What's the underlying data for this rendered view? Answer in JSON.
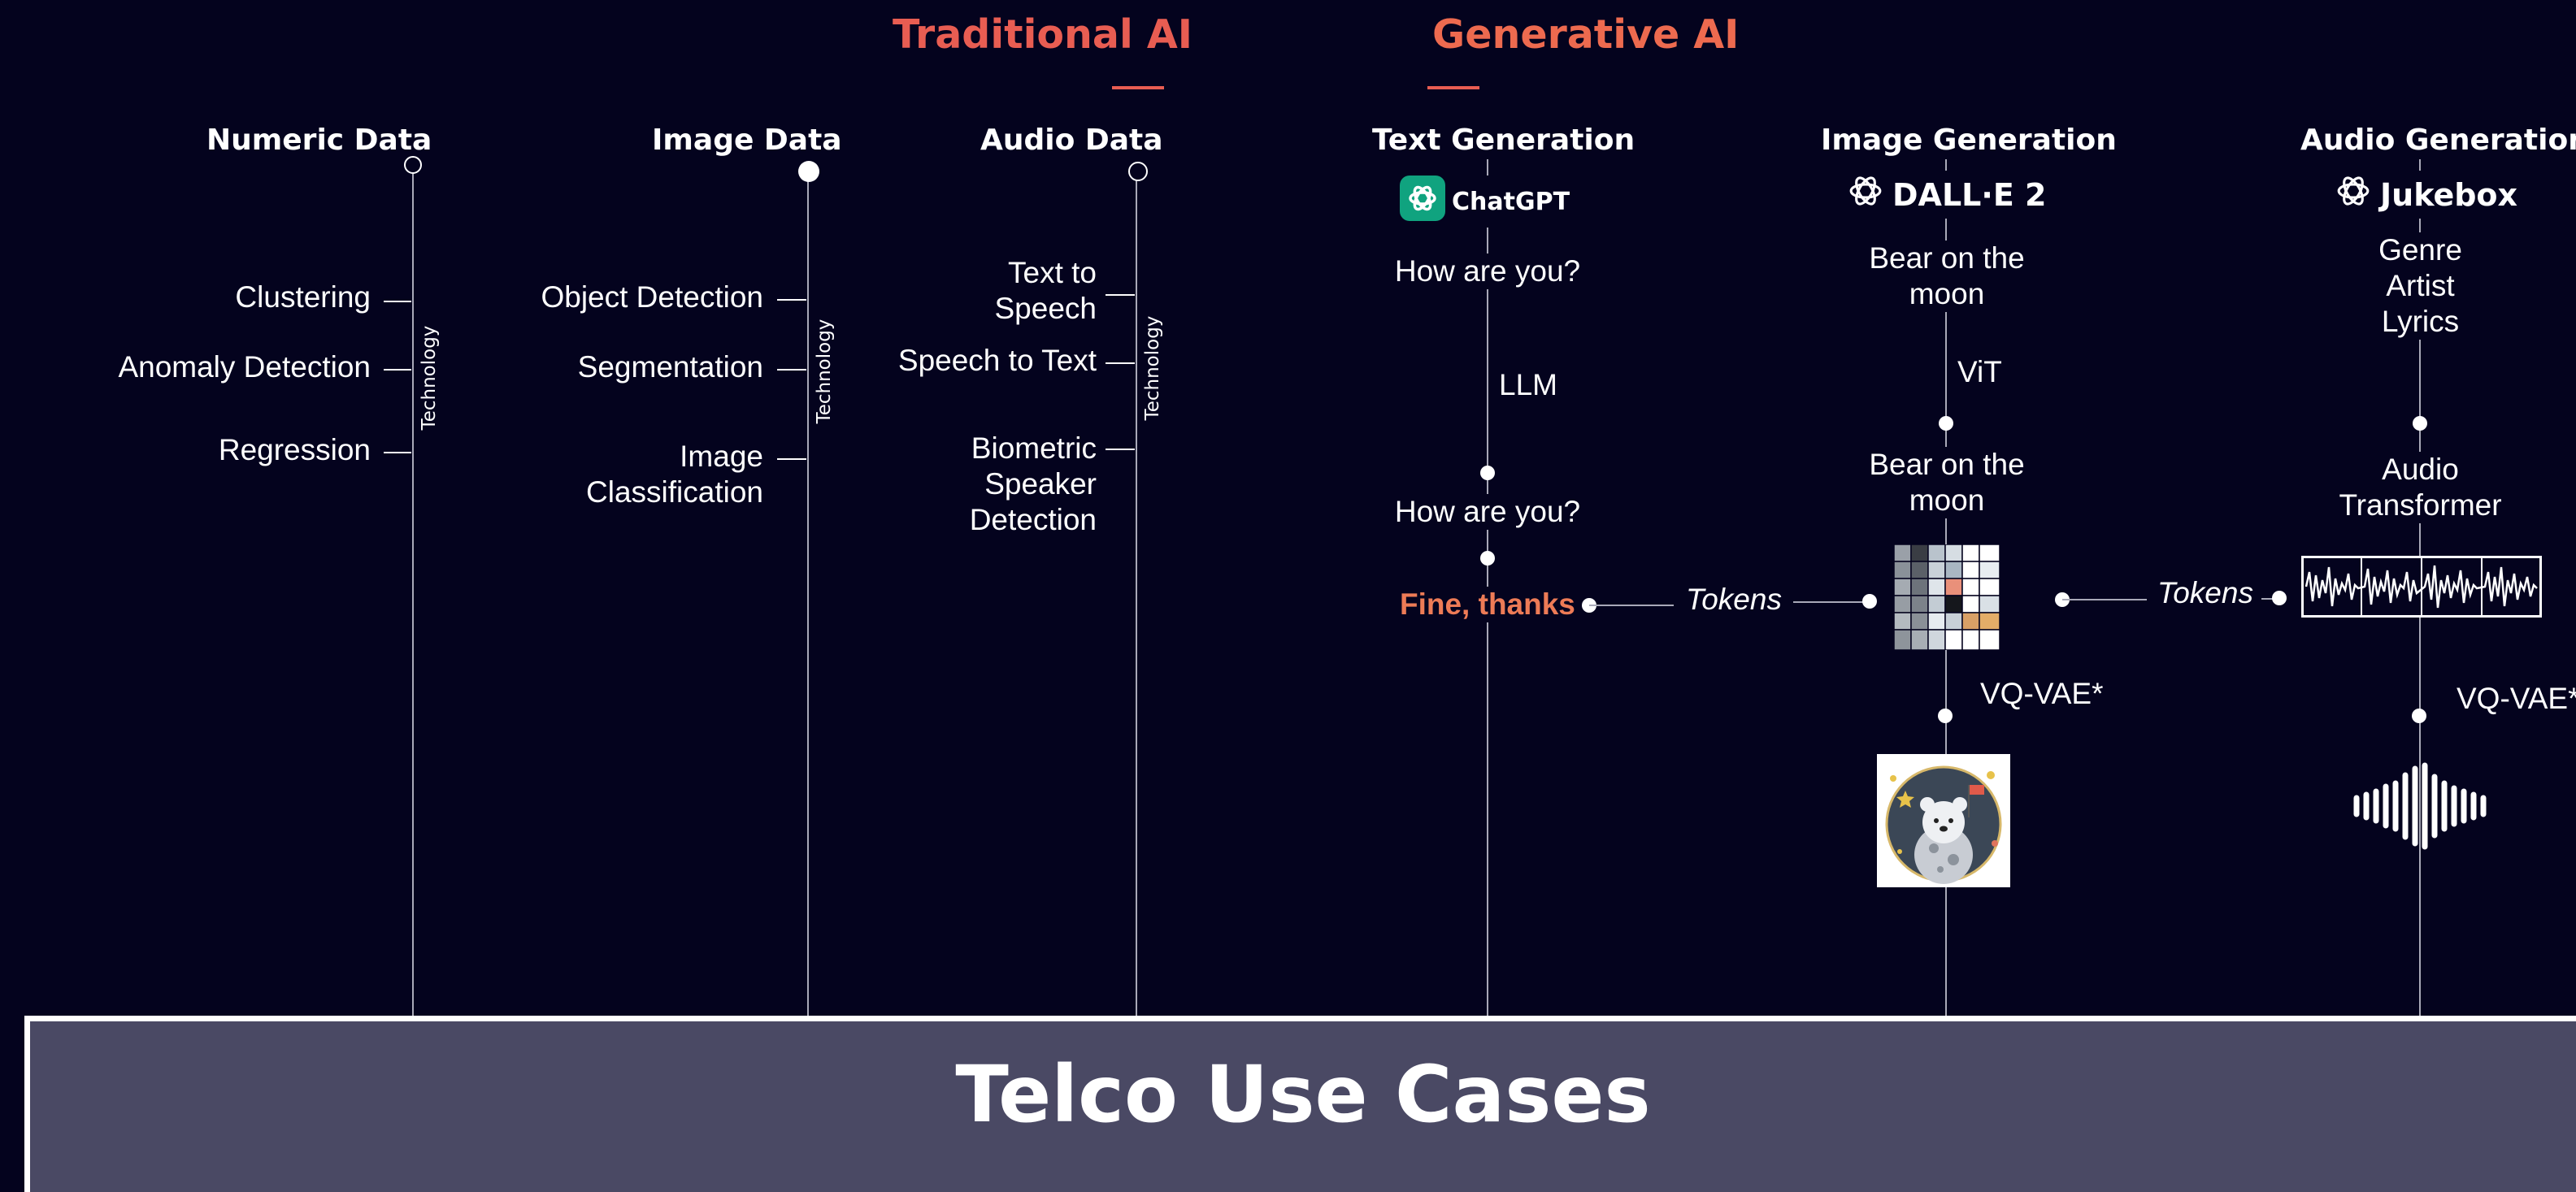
{
  "sections": {
    "traditional": "Traditional AI",
    "generative": "Generative AI"
  },
  "columns": {
    "numeric": {
      "title": "Numeric Data",
      "items": [
        "Clustering",
        "Anomaly Detection",
        "Regression"
      ],
      "axis_label": "Technology"
    },
    "image": {
      "title": "Image Data",
      "items": [
        "Object Detection",
        "Segmentation",
        "Image",
        "Classification"
      ],
      "axis_label": "Technology"
    },
    "audio": {
      "title": "Audio Data",
      "items": [
        "Text to",
        "Speech",
        "Speech to Text",
        "Biometric",
        "Speaker",
        "Detection"
      ],
      "axis_label": "Technology"
    },
    "text_gen": {
      "title": "Text Generation",
      "brand": "ChatGPT",
      "input": "How are you?",
      "model": "LLM",
      "echo": "How are you?",
      "output": "Fine, thanks",
      "tokens": "Tokens"
    },
    "image_gen": {
      "title": "Image Generation",
      "brand": "DALL·E 2",
      "prompt_line1": "Bear on the",
      "prompt_line2": "moon",
      "model": "ViT",
      "prompt2_line1": "Bear on the",
      "prompt2_line2": "moon",
      "decoder": "VQ-VAE*",
      "tokens": "Tokens"
    },
    "audio_gen": {
      "title": "Audio Generation",
      "brand": "Jukebox",
      "inputs": [
        "Genre",
        "Artist",
        "Lyrics"
      ],
      "model_line1": "Audio",
      "model_line2": "Transformer",
      "decoder": "VQ-VAE*"
    }
  },
  "banner": {
    "title": "Telco Use Cases"
  },
  "colors": {
    "background": "#04031e",
    "accent": "#e85d52",
    "output": "#ed7b56",
    "banner": "#4a4964"
  },
  "icons": [
    "openai-logo-icon",
    "token-grid-icon",
    "waveform-tokens-icon",
    "bear-on-moon-image",
    "audio-waveform-icon"
  ]
}
